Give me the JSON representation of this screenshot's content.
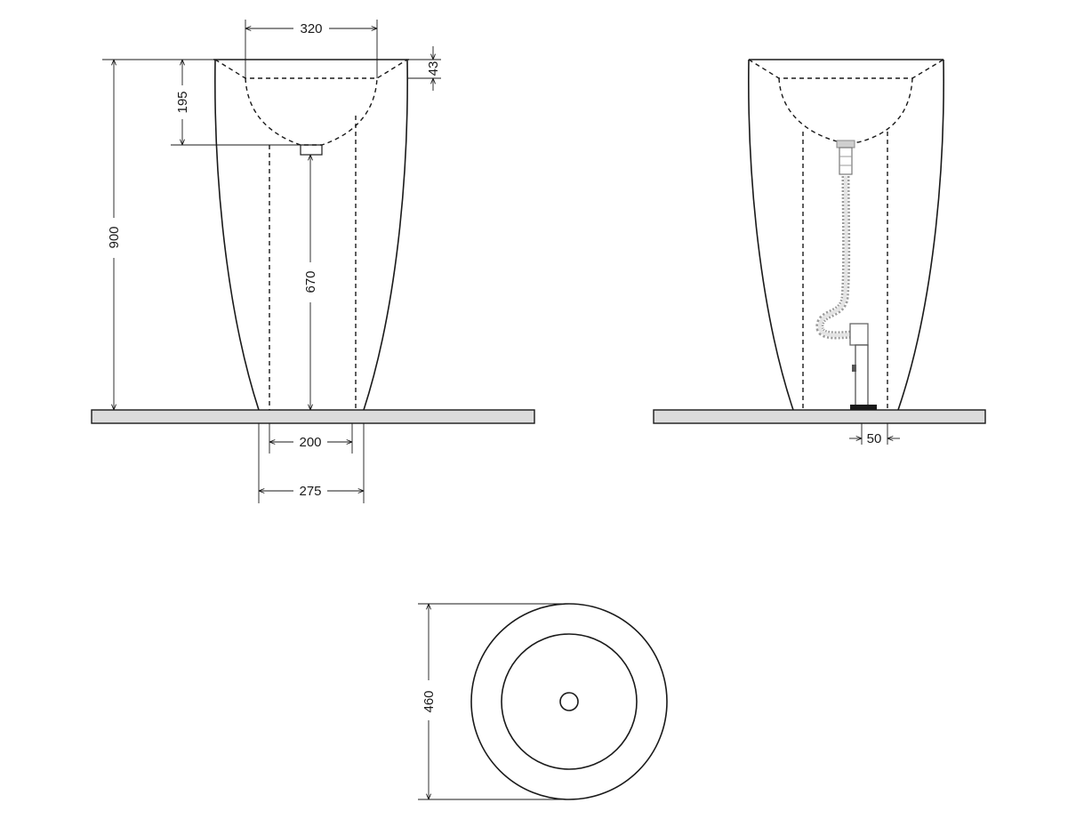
{
  "dimensions": {
    "front": {
      "top_opening": "320",
      "rim_height": "43",
      "bowl_depth": "195",
      "total_height": "900",
      "drain_height": "670",
      "inner_base_width": "200",
      "outer_base_width": "275"
    },
    "side": {
      "drain_offset": "50"
    },
    "top": {
      "diameter": "460"
    }
  }
}
